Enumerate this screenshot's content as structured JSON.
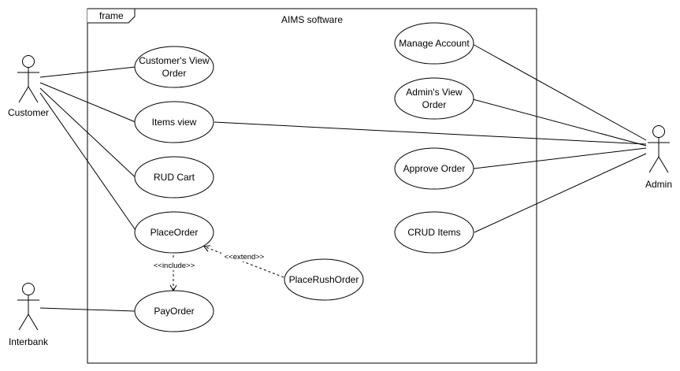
{
  "frame": {
    "tag": "frame",
    "title": "AIMS software"
  },
  "actors": {
    "customer": "Customer",
    "admin": "Admin",
    "interbank": "Interbank"
  },
  "use_cases": {
    "customers_view_order": [
      "Customer's View",
      "Order"
    ],
    "items_view": "Items view",
    "rud_cart": "RUD Cart",
    "place_order": "PlaceOrder",
    "pay_order": "PayOrder",
    "place_rush_order": "PlaceRushOrder",
    "manage_account": "Manage Account",
    "admins_view_order": [
      "Admin's View",
      "Order"
    ],
    "approve_order": "Approve Order",
    "crud_items": "CRUD Items"
  },
  "relations": {
    "include": "<<include>>",
    "extend": "<<extend>>"
  }
}
